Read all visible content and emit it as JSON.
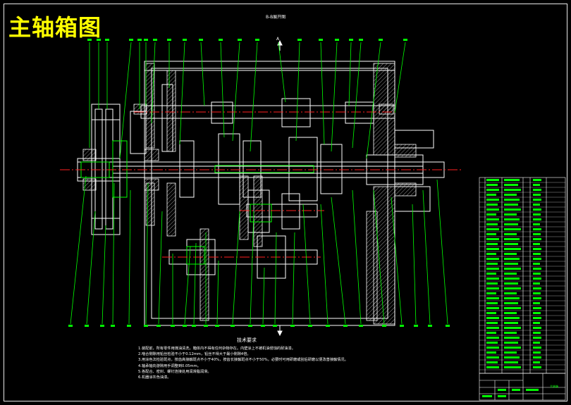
{
  "overlay_title": "主轴箱图",
  "section_title": "B-B展开图",
  "section_marker": "A",
  "tech_requirements": {
    "heading": "技术要求",
    "items": [
      "1.装配前，所有零件用煤油清洗，箱体内不得有任何杂物存在。内壁涂上不被机油侵蚀的耐油漆。",
      "2.啮合侧隙用铅丝检验不小于0.12mm，铅丝不得大于最小侧隙4倍。",
      "3.用涂色法检验斑点，按齿高接触斑点不小于40%，按齿长接触斑点不小于50%，必要时可用研磨或刮后研磨以便改善接触情况。",
      "4.轴承轴向游隙用手调整到0.05mm。",
      "5.各配合、密封、螺钉连接处用润滑脂润滑。",
      "6.机器涂灰色油漆。"
    ]
  },
  "title_block": {
    "name": "主轴箱"
  },
  "colors": {
    "background": "#000000",
    "outline": "#ffffff",
    "leader": "#00ff00",
    "centerline": "#ff2020",
    "title": "#ffff00",
    "parts_table_text": "#00ff00"
  }
}
